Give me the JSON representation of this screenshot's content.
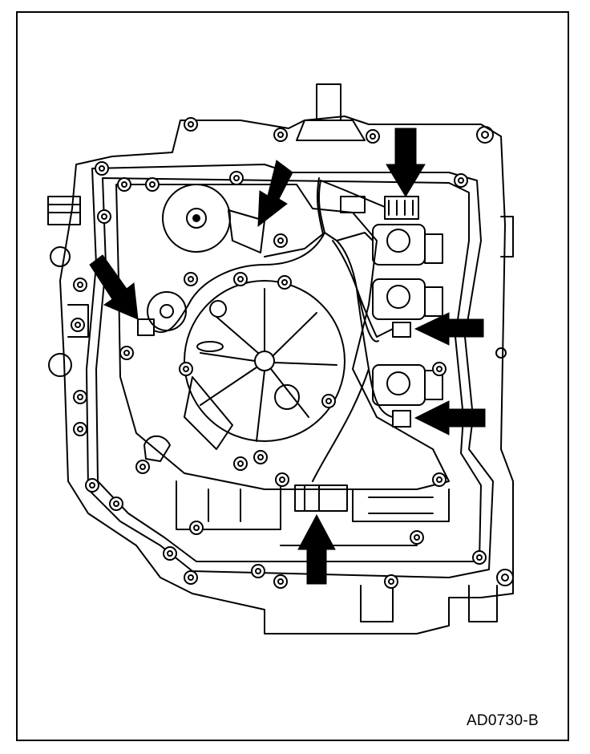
{
  "figure": {
    "id_label": "AD0730-B"
  },
  "palette": {
    "ink": "#000000",
    "paper": "#ffffff",
    "pointer": "#000000"
  },
  "callouts": [
    {
      "name": "top-connector-pointer",
      "direction": "down"
    },
    {
      "name": "turbine-speed-sensor-pointer",
      "direction": "down-left"
    },
    {
      "name": "left-sensor-pointer",
      "direction": "down-right"
    },
    {
      "name": "upper-right-connector-pointer",
      "direction": "left"
    },
    {
      "name": "lower-right-connector-pointer",
      "direction": "left"
    },
    {
      "name": "bottom-connector-pointer",
      "direction": "up"
    }
  ]
}
